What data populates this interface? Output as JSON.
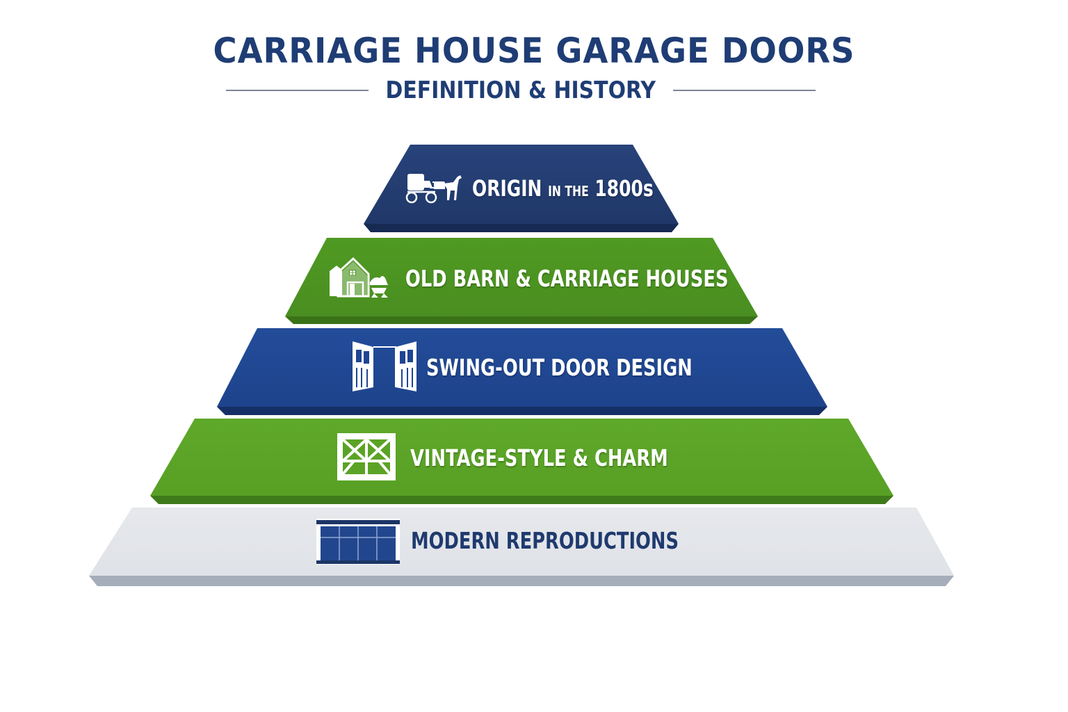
{
  "header": {
    "title": "CARRIAGE HOUSE GARAGE DOORS",
    "subtitle": "DEFINITION & HISTORY"
  },
  "pyramid": {
    "tiers": [
      {
        "label_main": "ORIGIN",
        "label_small": "IN THE",
        "label_end": "1800s",
        "icon": "horse-carriage-icon",
        "color": "#223a6e"
      },
      {
        "label": "OLD BARN & CARRIAGE HOUSES",
        "icon": "barn-icon",
        "color": "#4f9424"
      },
      {
        "label": "SWING-OUT DOOR DESIGN",
        "icon": "swing-doors-icon",
        "color": "#1e4593"
      },
      {
        "label": "VINTAGE-STYLE & CHARM",
        "icon": "cross-buck-window-icon",
        "color": "#5ba326"
      },
      {
        "label": "MODERN REPRODUCTIONS",
        "icon": "garage-door-icon",
        "color": "#e3e5ea"
      }
    ]
  },
  "colors": {
    "navy": "#1f3d75",
    "blue": "#1e4593",
    "green": "#55a025",
    "light_gray": "#e3e5ea"
  }
}
